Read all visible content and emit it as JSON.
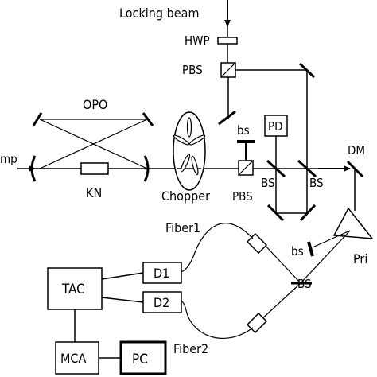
{
  "labels": {
    "locking_beam": "Locking beam",
    "hwp": "HWP",
    "pbs_top": "PBS",
    "opo": "OPO",
    "bs_block": "bs",
    "pd": "PD",
    "pump": "mp",
    "kn": "KN",
    "chopper": "Chopper",
    "pbs_bottom": "PBS",
    "bs_left": "BS",
    "bs_right": "BS",
    "dm": "DM",
    "fiber1": "Fiber1",
    "fiber2": "Fiber2",
    "bs_block_right": "bs",
    "prism": "Pri",
    "bs_fiber": "BS",
    "tac": "TAC",
    "d1": "D1",
    "d2": "D2",
    "mca": "MCA",
    "pc": "PC"
  }
}
